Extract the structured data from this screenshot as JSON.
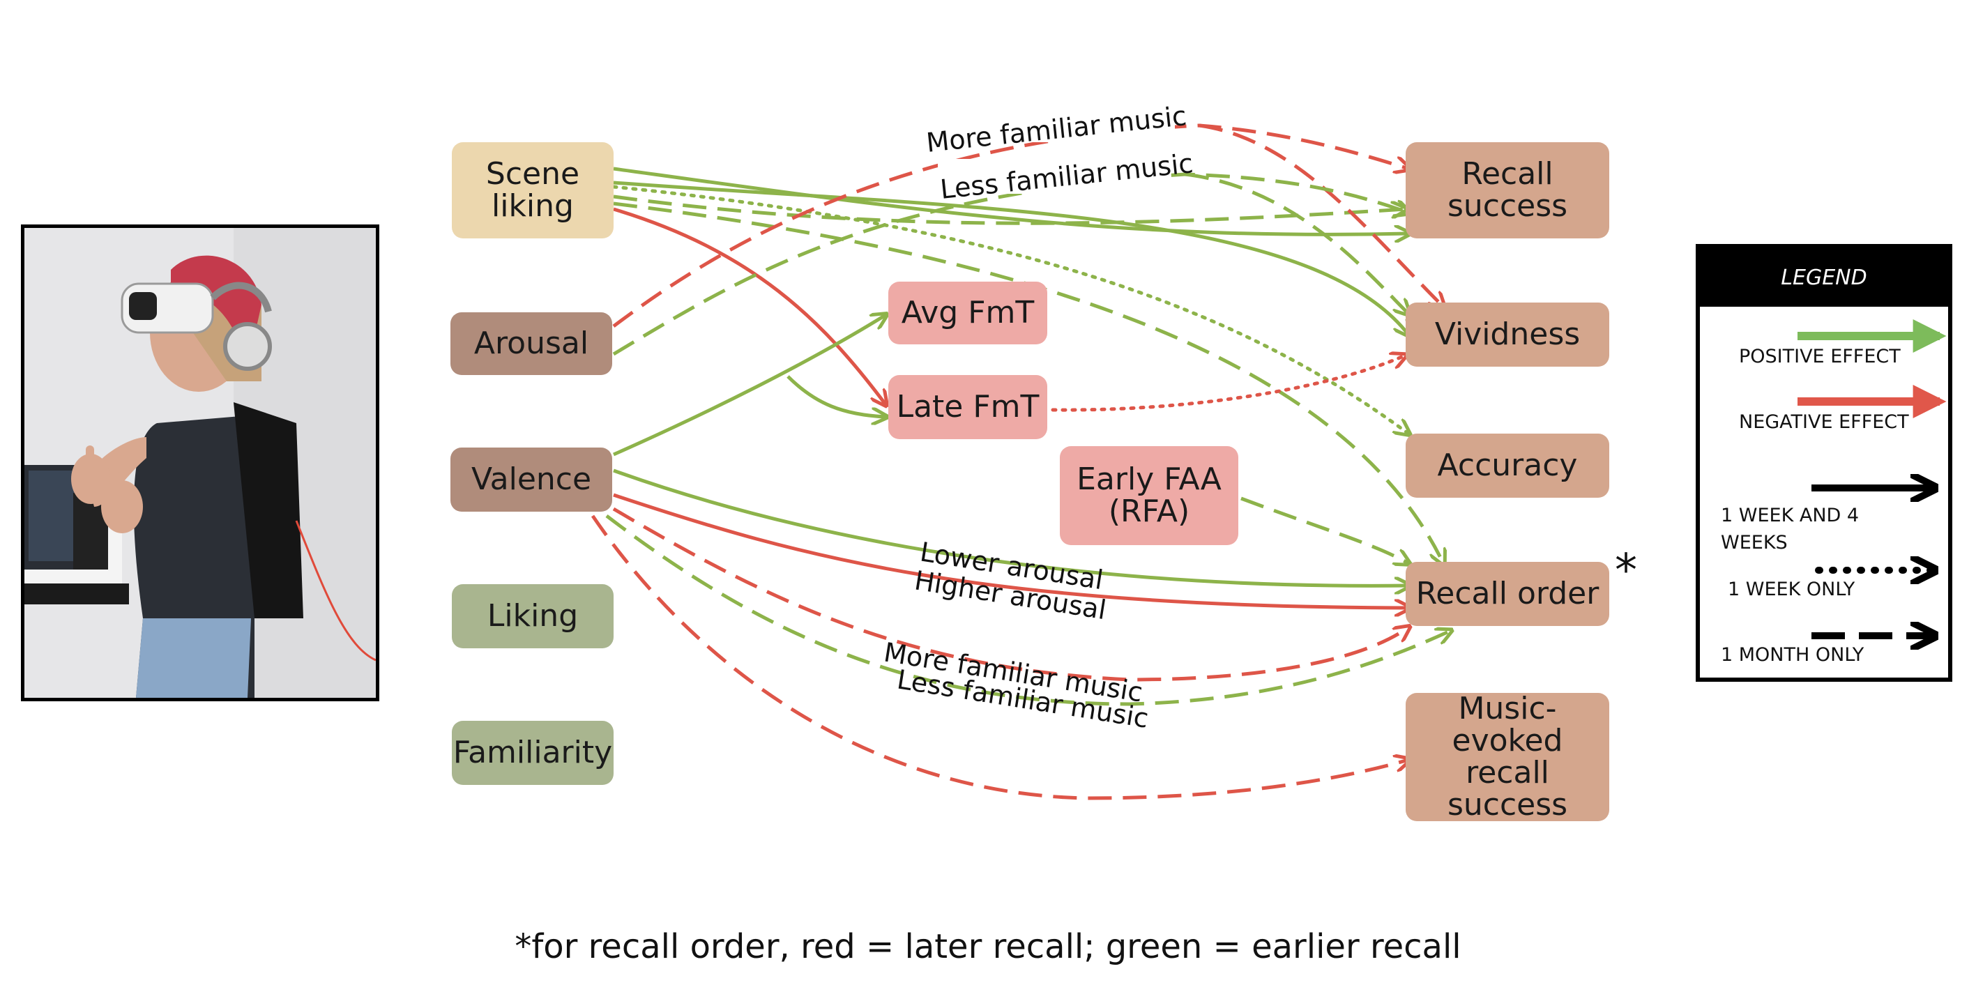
{
  "colors": {
    "positive": "#8db34a",
    "negative": "#de5548",
    "predictor_tan": "#ecd7ae",
    "predictor_brown": "#b08c7b",
    "predictor_green": "#a9b58f",
    "mediator_pink": "#eeaaa6",
    "outcome_brown": "#d4a68d"
  },
  "nodes": {
    "scene_liking": "Scene\nliking",
    "arousal": "Arousal",
    "valence": "Valence",
    "liking": "Liking",
    "familiarity": "Familiarity",
    "avg_fmt": "Avg FmT",
    "late_fmt": "Late FmT",
    "early_faa": "Early FAA\n(RFA)",
    "recall_success": "Recall\nsuccess",
    "vividness": "Vividness",
    "accuracy": "Accuracy",
    "recall_order": "Recall order",
    "music_evoked": "Music-\nevoked recall\nsuccess"
  },
  "edge_labels": {
    "more_familiar_top": "More familiar music",
    "less_familiar_top": "Less familiar music",
    "lower_arousal": "Lower arousal",
    "higher_arousal": "Higher arousal",
    "more_familiar_bottom": "More familiar music",
    "less_familiar_bottom": "Less familiar music"
  },
  "edges": [
    {
      "from": "scene_liking",
      "to": "recall_success",
      "effect": "positive",
      "timing": "both"
    },
    {
      "from": "scene_liking",
      "to": "vividness",
      "effect": "positive",
      "timing": "both"
    },
    {
      "from": "scene_liking",
      "to": "recall_success",
      "effect": "positive",
      "timing": "1 month only"
    },
    {
      "from": "scene_liking",
      "to": "accuracy",
      "effect": "positive",
      "timing": "1 week only"
    },
    {
      "from": "scene_liking",
      "to": "late_fmt",
      "effect": "negative",
      "timing": "both"
    },
    {
      "from": "arousal",
      "to": "vividness",
      "effect": "negative",
      "timing": "1 month only",
      "label": "more_familiar_top"
    },
    {
      "from": "arousal",
      "to": "recall_success",
      "effect": "negative",
      "timing": "1 month only",
      "label": "more_familiar_top"
    },
    {
      "from": "arousal",
      "to": "vividness",
      "effect": "positive",
      "timing": "1 month only",
      "label": "less_familiar_top"
    },
    {
      "from": "arousal",
      "to": "recall_success",
      "effect": "positive",
      "timing": "1 month only",
      "label": "less_familiar_top"
    },
    {
      "from": "valence",
      "to": "avg_fmt",
      "effect": "positive",
      "timing": "both"
    },
    {
      "from": "valence",
      "to": "late_fmt",
      "effect": "positive",
      "timing": "both"
    },
    {
      "from": "late_fmt",
      "to": "vividness",
      "effect": "negative",
      "timing": "1 week only"
    },
    {
      "from": "early_faa",
      "to": "recall_order",
      "effect": "positive",
      "timing": "1 month only"
    },
    {
      "from": "valence",
      "to": "recall_order",
      "effect": "positive",
      "timing": "both",
      "label": "lower_arousal"
    },
    {
      "from": "valence",
      "to": "recall_order",
      "effect": "negative",
      "timing": "both",
      "label": "higher_arousal"
    },
    {
      "from": "valence",
      "to": "recall_order",
      "effect": "negative",
      "timing": "1 month only",
      "label": "more_familiar_bottom"
    },
    {
      "from": "valence",
      "to": "recall_order",
      "effect": "positive",
      "timing": "1 month only",
      "label": "less_familiar_bottom"
    },
    {
      "from": "valence",
      "to": "music_evoked",
      "effect": "negative",
      "timing": "1 month only"
    },
    {
      "from": "scene_liking",
      "to": "recall_order",
      "effect": "positive",
      "timing": "1 month only"
    }
  ],
  "legend": {
    "title": "LEGEND",
    "positive": "POSITIVE  EFFECT",
    "negative": "NEGATIVE EFFECT",
    "both": "1 WEEK AND 4\nWEEKS",
    "week": "1 WEEK ONLY",
    "month": "1 MONTH ONLY"
  },
  "asterisk": "*",
  "footnote": "*for recall order, red = later recall; green = earlier recall"
}
